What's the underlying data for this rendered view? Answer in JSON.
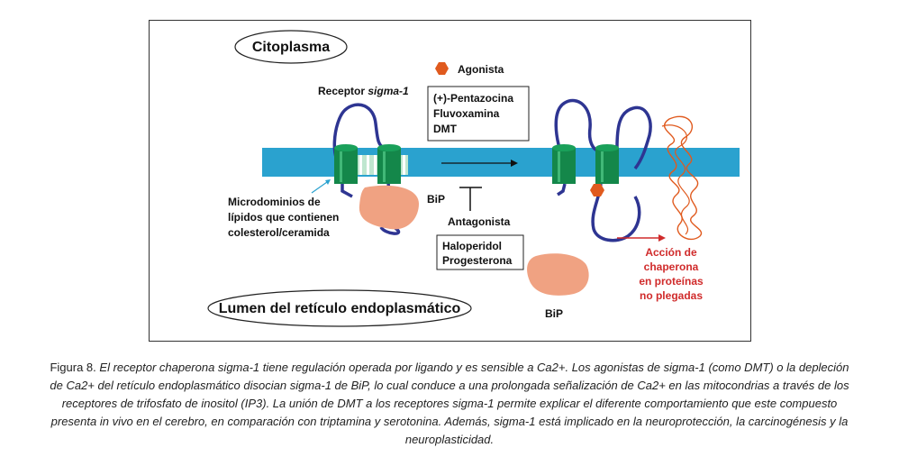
{
  "diagram": {
    "cytoplasm_label": "Citoplasma",
    "lumen_label": "Lumen del retículo endoplasmático",
    "agonist_legend": "Agonista",
    "receptor_label": "Receptor sigma-1",
    "receptor_label_plain": "Receptor ",
    "receptor_label_italic": "sigma-1",
    "agonists": [
      "(+)-Pentazocina",
      "Fluvoxamina",
      "DMT"
    ],
    "antagonist_label": "Antagonista",
    "antagonists": [
      "Haloperidol",
      "Progesterona"
    ],
    "microdomain_lines": [
      "Microdominios de",
      "lípidos que contienen",
      "colesterol/ceramida"
    ],
    "bip_label": "BiP",
    "bip_free_label": "BiP",
    "chaperone_lines": [
      "Acción de",
      "chaperona",
      "en proteínas",
      "no plegadas"
    ],
    "colors": {
      "membrane": "#2aa2cf",
      "channel": "#14874a",
      "receptor_line": "#2e3592",
      "bip": "#f0a282",
      "agonist": "#e05a1e",
      "chaperone_text": "#d02b2b",
      "unfolded_protein": "#e05a1e"
    }
  },
  "caption": {
    "figure_number": "Figura 8.",
    "text": "El receptor chaperona sigma-1 tiene regulación operada por ligando y es sensible a Ca2+. Los agonistas de sigma-1 (como DMT) o la depleción de Ca2+ del retículo endoplasmático disocian sigma-1 de BiP, lo cual conduce a una prolongada señalización de Ca2+ en las mitocondrias a través de los receptores de trifosfato de inositol (IP3). La unión de DMT a los receptores sigma-1 permite explicar el diferente comportamiento que este compuesto presenta in vivo en el cerebro, en comparación con triptamina y serotonina. Además, sigma-1 está implicado en la neuroprotección, la carcinogénesis y la neuroplasticidad."
  }
}
